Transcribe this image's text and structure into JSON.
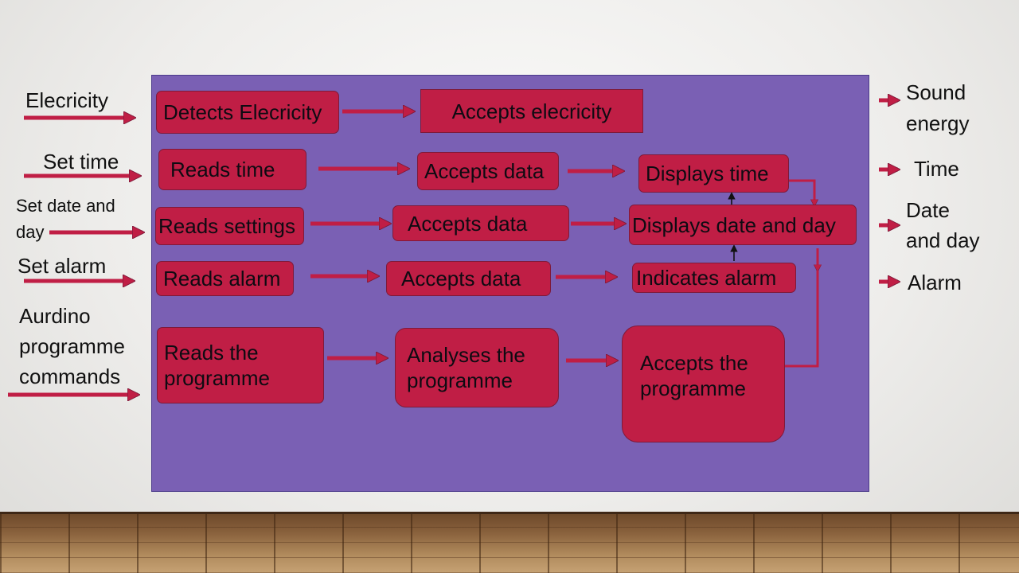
{
  "inputs": {
    "electricity": "Elecricity",
    "set_time": "Set time",
    "set_date_line1": "Set date and",
    "set_date_line2": "day",
    "set_alarm": "Set alarm",
    "aurdino_line1": "Aurdino",
    "aurdino_line2": "programme",
    "aurdino_line3": "commands"
  },
  "boxes": {
    "detects_electricity": "Detects Elecricity",
    "accepts_electricity": "Accepts elecricity",
    "reads_time": "Reads time",
    "accepts_data_time": "Accepts data",
    "displays_time": "Displays time",
    "reads_settings": "Reads settings",
    "accepts_data_settings": "Accepts data",
    "displays_date_day": "Displays date and day",
    "reads_alarm": "Reads alarm",
    "accepts_data_alarm": "Accepts data",
    "indicates_alarm": "Indicates alarm",
    "reads_programme_line1": "Reads the",
    "reads_programme_line2": "programme",
    "analyses_programme_line1": "Analyses the",
    "analyses_programme_line2": "programme",
    "accepts_programme_line1": "Accepts the",
    "accepts_programme_line2": "programme"
  },
  "outputs": {
    "sound_line1": "Sound",
    "sound_line2": "energy",
    "time": "Time",
    "date_line1": "Date",
    "date_line2": "and day",
    "alarm": "Alarm"
  },
  "colors": {
    "panel": "#7a60b4",
    "box": "#c01e45",
    "arrow": "#c01e45"
  }
}
